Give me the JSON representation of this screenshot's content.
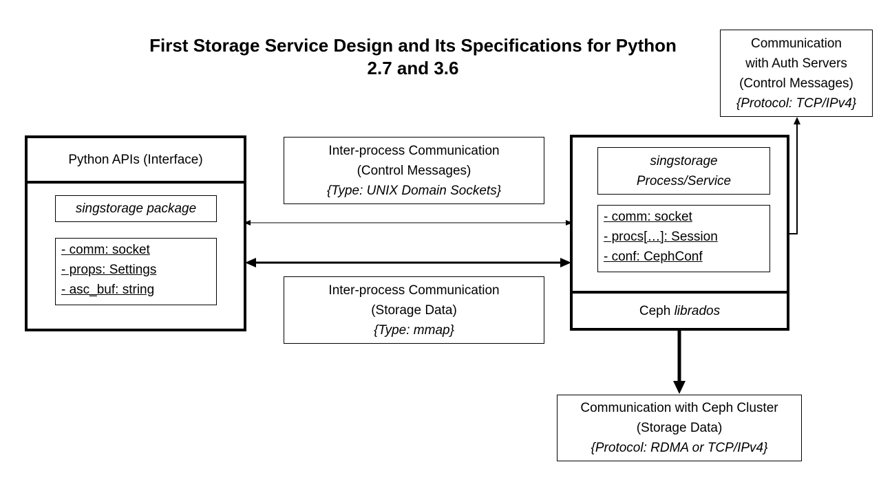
{
  "title": {
    "line1": "First Storage Service Design and Its Specifications for Python",
    "line2": "2.7 and 3.6"
  },
  "left": {
    "header": "Python APIs (Interface)",
    "package_label": "singstorage package",
    "members": [
      "- comm: socket",
      "- props: Settings",
      "- asc_buf: string"
    ]
  },
  "ipc_control": {
    "line1": "Inter-process Communication",
    "line2": "(Control Messages)",
    "line3": "{Type: UNIX Domain Sockets}"
  },
  "ipc_storage": {
    "line1": "Inter-process Communication",
    "line2": "(Storage Data)",
    "line3": "{Type: mmap}"
  },
  "right": {
    "process_line1": "singstorage",
    "process_line2": "Process/Service",
    "members": [
      "- comm: socket",
      "- procs[…]: Session",
      "- conf: CephConf"
    ],
    "ceph_prefix": "Ceph ",
    "ceph_lib": "librados"
  },
  "auth": {
    "line1": "Communication",
    "line2": "with Auth Servers",
    "line3": "(Control Messages)",
    "line4": "{Protocol: TCP/IPv4}"
  },
  "ceph_cluster": {
    "line1": "Communication with Ceph Cluster",
    "line2": "(Storage Data)",
    "line3": "{Protocol: RDMA or TCP/IPv4}"
  }
}
